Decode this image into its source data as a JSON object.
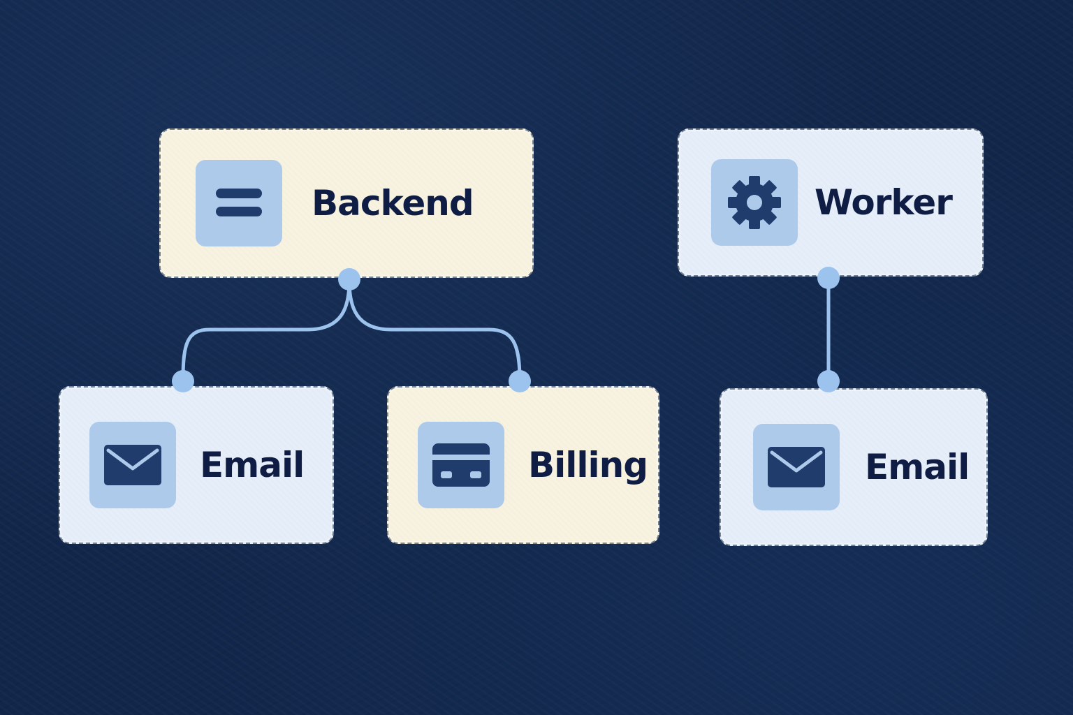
{
  "colors": {
    "background": "#112649",
    "cream_card": "#f8f3e1",
    "blue_card": "#e6eff9",
    "icon_tile": "#aecaeb",
    "icon_glyph": "#1f3c6d",
    "connector": "#9cc3ee",
    "label_text": "#0f1d45"
  },
  "nodes": {
    "backend": {
      "label": "Backend",
      "icon": "server-icon"
    },
    "worker": {
      "label": "Worker",
      "icon": "gear-icon"
    },
    "email_left": {
      "label": "Email",
      "icon": "envelope-icon"
    },
    "billing": {
      "label": "Billing",
      "icon": "credit-card-icon"
    },
    "email_right": {
      "label": "Email",
      "icon": "envelope-icon"
    }
  },
  "edges": [
    {
      "from": "Backend",
      "to": "Email"
    },
    {
      "from": "Backend",
      "to": "Billing"
    },
    {
      "from": "Worker",
      "to": "Email"
    }
  ]
}
